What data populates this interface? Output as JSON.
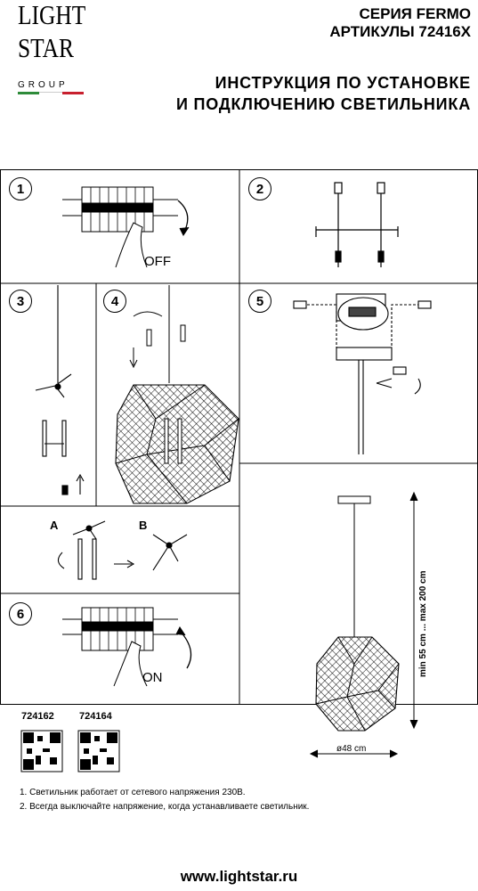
{
  "logo": {
    "line1": "LIGHT",
    "line2": "STAR",
    "group": "GROUP"
  },
  "header": {
    "series": "СЕРИЯ FERMO",
    "articles": "АРТИКУЛЫ 72416X",
    "title_line1": "ИНСТРУКЦИЯ ПО УСТАНОВКЕ",
    "title_line2": "И ПОДКЛЮЧЕНИЮ СВЕТИЛЬНИКА"
  },
  "steps": {
    "s1": "1",
    "s2": "2",
    "s3": "3",
    "s4": "4",
    "s5": "5",
    "s6": "6"
  },
  "labels": {
    "off": "OFF",
    "on": "ON",
    "a": "A",
    "b": "B",
    "diameter": "ø48 cm",
    "height": "min 55 cm ... max 200 cm"
  },
  "skus": [
    "724162",
    "724164"
  ],
  "notes": [
    "1. Светильник работает от сетевого напряжения 230В.",
    "2. Всегда выключайте напряжение, когда устанавливаете светильник."
  ],
  "website": "www.lightstar.ru",
  "colors": {
    "flag_green": "#2e8b3a",
    "flag_red": "#c8202e"
  }
}
